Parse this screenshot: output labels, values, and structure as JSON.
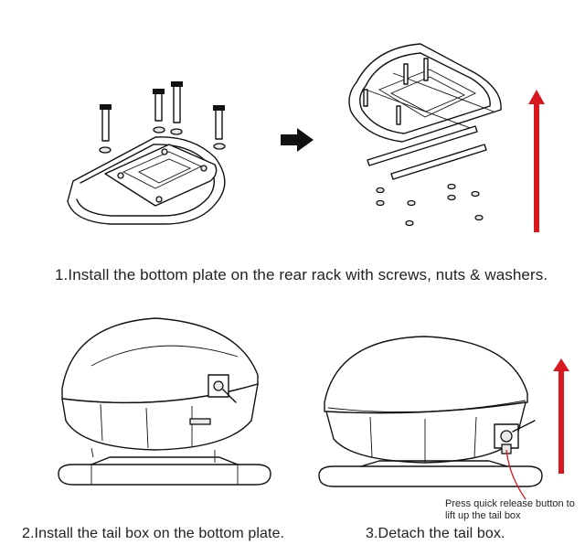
{
  "steps": [
    {
      "caption": "1.Install the bottom plate on the rear rack with screws, nuts & washers."
    },
    {
      "caption": "2.Install the tail box on the bottom plate."
    },
    {
      "caption": "3.Detach the tail box."
    }
  ],
  "note": {
    "line1": "Press quick release button to",
    "line2": "lift up the tail box"
  },
  "colors": {
    "lift_arrow": "#d7191f",
    "line_art": "#111111",
    "shading": "#e9e9e9"
  },
  "icons": [
    "next-step-arrow-icon",
    "lift-up-arrow-icon"
  ]
}
